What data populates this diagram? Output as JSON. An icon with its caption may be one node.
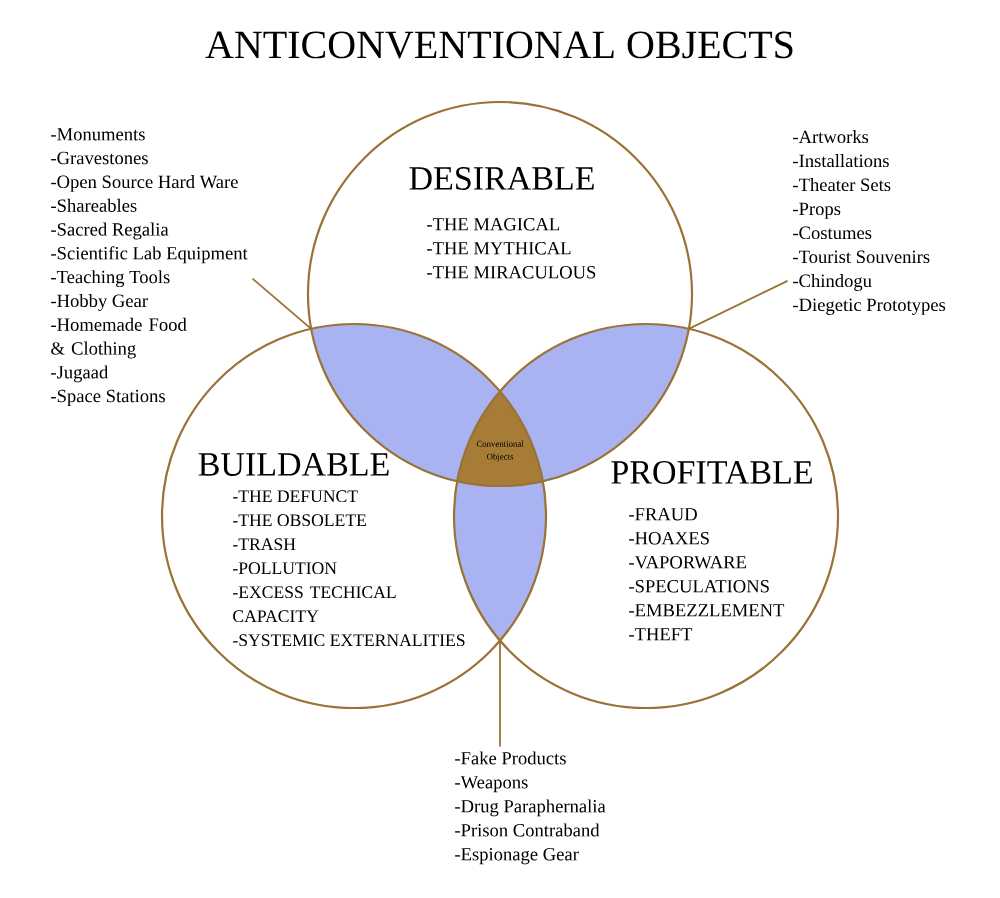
{
  "diagram": {
    "title": "ANTICONVENTIONAL OBJECTS",
    "nodes": [
      {
        "text": [
          "DESIRABLE",
          "-THE MAGICAL",
          "-THE MYTHICAL",
          "-THE MIRACULOUS"
        ]
      },
      {
        "text": [
          "BUILDABLE",
          "-THE DEFUNCT",
          "-THE OBSOLETE",
          "-TRASH",
          "-POLLUTION",
          "-EXCESS TECHICAL CAPACITY",
          "-SYSTEMIC EXTERNALITIES"
        ]
      },
      {
        "text": [
          "PROFITABLE",
          "-FRAUD",
          "-HOAXES",
          "-VAPORWARE",
          "-SPECULATIONS",
          "-EMBEZZLEMENT",
          "-THEFT"
        ]
      },
      {
        "text": [
          "Conventional Objects"
        ]
      },
      {
        "text": [],
        "shape": "lens"
      },
      {
        "text": [],
        "shape": "lens"
      },
      {
        "text": [],
        "shape": "lens"
      },
      {
        "text": [
          "-Monuments",
          "-Gravestones",
          "-Open Source Hard Ware",
          "-Shareables",
          "-Sacred Regalia",
          "-Scientific Lab Equipment",
          "-Teaching Tools",
          "-Hobby Gear",
          "-Homemade Food & Clothing",
          "-Jugaad",
          "-Space Stations"
        ]
      },
      {
        "text": [
          "-Artworks",
          "-Installations",
          "-Theater Sets",
          "-Props",
          "-Costumes",
          "-Tourist Souvenirs",
          "-Chindogu",
          "-Diegetic Prototypes"
        ]
      },
      {
        "text": [
          "-Fake Products",
          "-Weapons",
          "-Drug Paraphernalia",
          "-Prison Contraband",
          "-Espionage Gear"
        ]
      }
    ],
    "edges": [
      {
        "from": 7,
        "to": 4,
        "arrow": "none"
      },
      {
        "from": 8,
        "to": 5,
        "arrow": "none"
      },
      {
        "from": 9,
        "to": 6,
        "arrow": "none"
      }
    ]
  }
}
